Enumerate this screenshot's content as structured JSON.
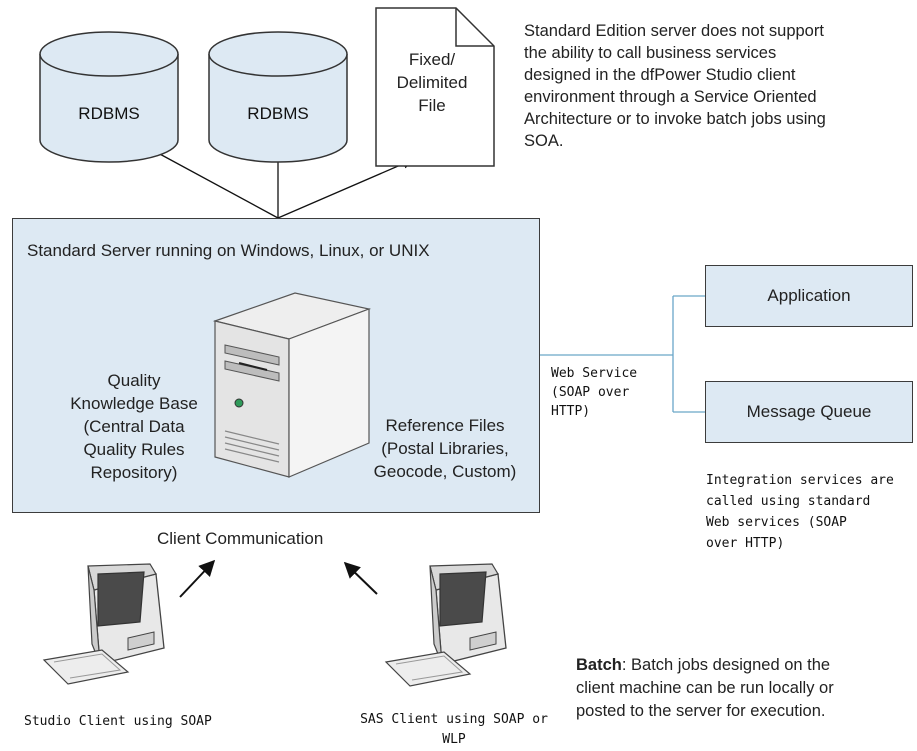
{
  "datastores": {
    "rdbms_1": "RDBMS",
    "rdbms_2": "RDBMS",
    "file_line1": "Fixed/",
    "file_line2": "Delimited",
    "file_line3": "File"
  },
  "note_top": {
    "line1": "Standard Edition server does not support",
    "line2": "the ability to call business services",
    "line3": "designed in the dfPower Studio client",
    "line4": "environment through a Service Oriented",
    "line5": "Architecture or to invoke batch jobs using",
    "line6": "SOA."
  },
  "server": {
    "title": "Standard Server running on Windows, Linux, or UNIX",
    "qkb_line1": "Quality",
    "qkb_line2": "Knowledge Base",
    "qkb_line3": "(Central Data",
    "qkb_line4": "Quality Rules",
    "qkb_line5": "Repository)",
    "ref_line1": "Reference Files",
    "ref_line2": "(Postal Libraries,",
    "ref_line3": "Geocode, Custom)"
  },
  "web_service": {
    "line1": "Web Service",
    "line2": "(SOAP over",
    "line3": "HTTP)"
  },
  "targets": {
    "application": "Application",
    "message_queue": "Message Queue"
  },
  "integration_note": {
    "line1": "Integration services are",
    "line2": "called using standard",
    "line3": "Web services (SOAP",
    "line4": "over HTTP)"
  },
  "client_communication": "Client Communication",
  "clients": {
    "studio": "Studio Client using SOAP",
    "sas_line1": "SAS Client using SOAP or",
    "sas_line2": "WLP"
  },
  "batch_note": {
    "bold": "Batch",
    "line1": ": Batch jobs designed on the",
    "line2": "client machine can be run locally or",
    "line3": "posted to the server for execution."
  },
  "colors": {
    "box_fill": "#dde9f3",
    "connector": "#6aa6c8",
    "cylinder_fill": "#dde9f3"
  }
}
